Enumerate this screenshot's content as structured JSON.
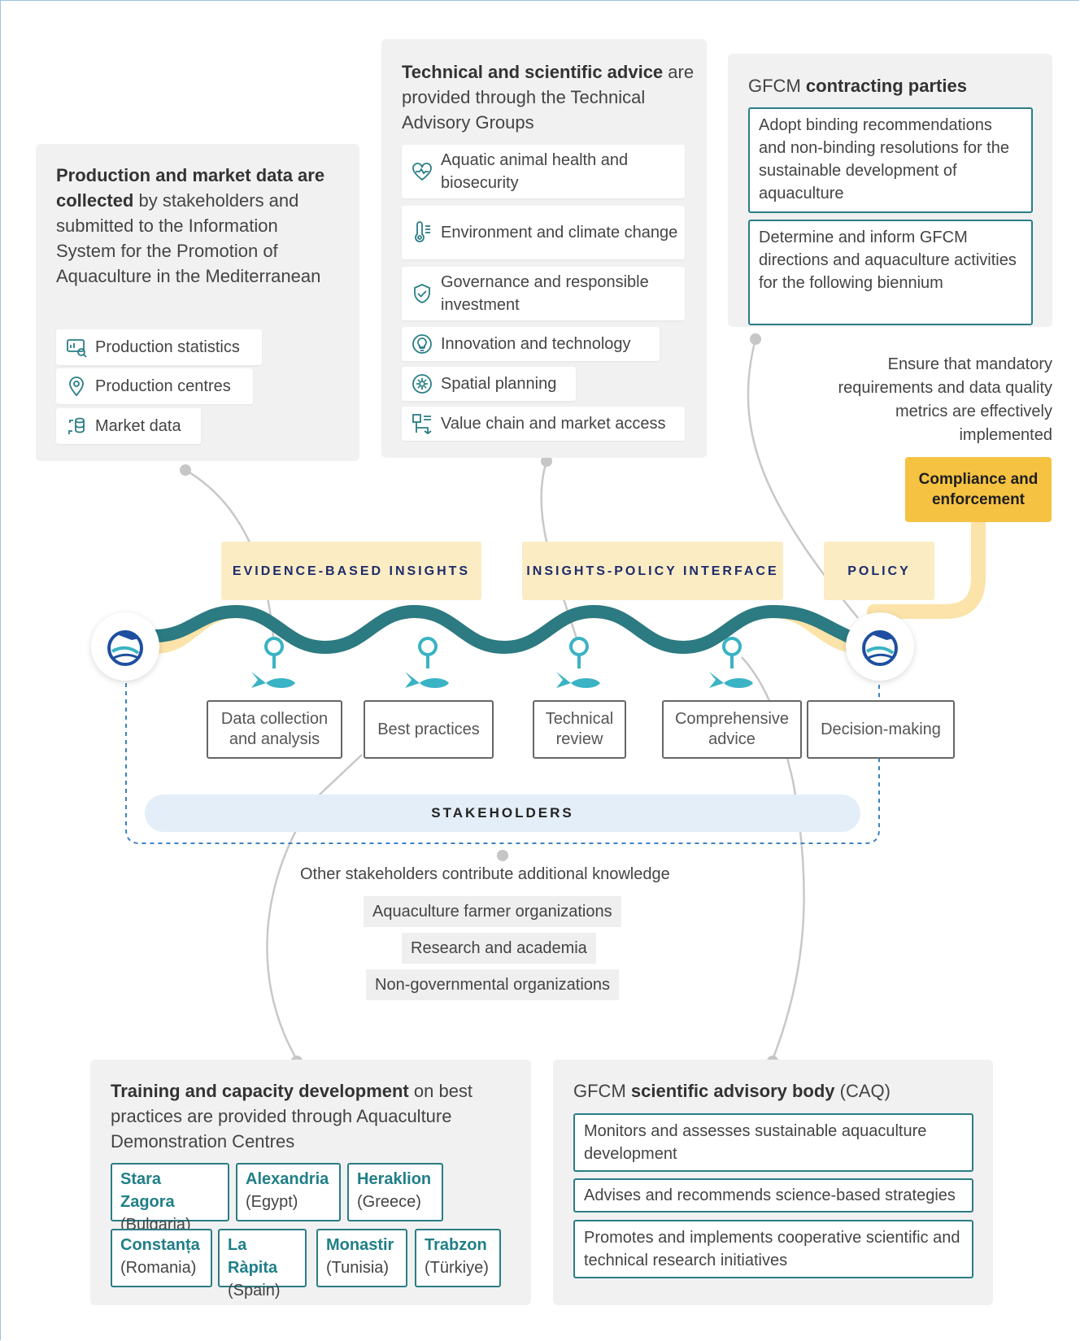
{
  "production_panel": {
    "title_bold": "Production and market data are collected",
    "title_rest": " by stakeholders and submitted to the Information System for the Promotion of Aquaculture in the Mediterranean",
    "items": [
      {
        "label": "Production statistics",
        "icon": "chart-search-icon"
      },
      {
        "label": "Production centres",
        "icon": "location-pin-icon"
      },
      {
        "label": "Market data",
        "icon": "coins-exchange-icon"
      }
    ]
  },
  "technical_panel": {
    "title_bold": "Technical and scientific advice",
    "title_rest": " are provided through the Technical Advisory Groups",
    "items": [
      {
        "label": "Aquatic animal health and biosecurity",
        "icon": "heart-pulse-icon"
      },
      {
        "label": "Environment and climate change",
        "icon": "thermometer-icon"
      },
      {
        "label": "Governance and responsible investment",
        "icon": "shield-check-icon"
      },
      {
        "label": "Innovation and technology",
        "icon": "lightbulb-icon"
      },
      {
        "label": "Spatial planning",
        "icon": "gear-circle-icon"
      },
      {
        "label": "Value chain and market access",
        "icon": "flow-chart-icon"
      }
    ]
  },
  "contracting_panel": {
    "title_pre": "GFCM ",
    "title_bold": "contracting parties",
    "items": [
      "Adopt binding recommendations and non-binding resolutions for the sustainable development of aquaculture",
      "Determine and inform GFCM directions and aquaculture activities for the following biennium"
    ]
  },
  "compliance": {
    "note": "Ensure that mandatory requirements and data quality metrics are effectively implemented",
    "label": "Compliance and enforcement"
  },
  "stages": [
    "EVIDENCE-BASED INSIGHTS",
    "INSIGHTS-POLICY INTERFACE",
    "POLICY"
  ],
  "steps": [
    "Data collection and analysis",
    "Best practices",
    "Technical review",
    "Comprehensive advice",
    "Decision-making"
  ],
  "stakeholders": {
    "label": "STAKEHOLDERS",
    "note": "Other stakeholders contribute additional knowledge",
    "groups": [
      "Aquaculture farmer organizations",
      "Research and academia",
      "Non-governmental organizations"
    ]
  },
  "training_panel": {
    "title_bold": "Training and capacity development",
    "title_rest": " on best practices are provided through Aquaculture Demonstration Centres",
    "centres": [
      {
        "city": "Stara Zagora",
        "country": "(Bulgaria)"
      },
      {
        "city": "Alexandria",
        "country": "(Egypt)"
      },
      {
        "city": "Heraklion",
        "country": "(Greece)"
      },
      {
        "city": "Constanța",
        "country": "(Romania)"
      },
      {
        "city": "La Ràpita",
        "country": "(Spain)"
      },
      {
        "city": "Monastir",
        "country": "(Tunisia)"
      },
      {
        "city": "Trabzon",
        "country": "(Türkiye)"
      }
    ]
  },
  "caq_panel": {
    "title_pre": "GFCM ",
    "title_bold": "scientific advisory body",
    "title_post": " (CAQ)",
    "items": [
      "Monitors and assesses sustainable aquaculture development",
      "Advises and recommends science-based strategies",
      "Promotes and implements cooperative scientific and technical research initiatives"
    ]
  },
  "colors": {
    "teal": "#2a7d86",
    "rope_teal": "#2c7a82",
    "rope_yellow": "#fbe3a9",
    "fish": "#3ab3c4",
    "accent_yellow": "#f5c242",
    "navy": "#1d2b6b"
  }
}
